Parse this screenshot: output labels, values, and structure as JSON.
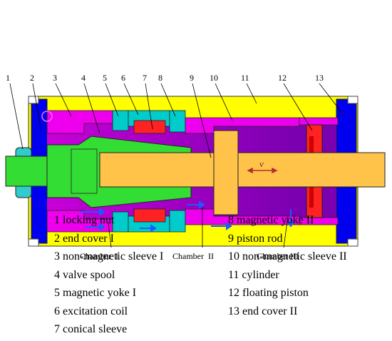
{
  "callouts": [
    "1",
    "2",
    "3",
    "4",
    "5",
    "6",
    "7",
    "8",
    "9",
    "10",
    "11",
    "12",
    "13"
  ],
  "chambers": [
    "Chamber  I",
    "Chamber  II",
    "Chamber III"
  ],
  "velocity_label": "v",
  "legend_left": [
    "1 locking nut",
    "2 end cover I",
    "3 non-magnetic sleeve I",
    "4 valve spool",
    "5 magnetic yoke I",
    "6 excitation coil",
    "7 conical sleeve"
  ],
  "legend_right": [
    "8 magnetic yoke II",
    "9 piston rod",
    "10 non-magnetic sleeve II",
    "11 cylinder",
    "12 floating piston",
    "13 end cover II"
  ],
  "colors": {
    "cylinder": "#ffff00",
    "end_cover": "#0000ee",
    "sleeve": "#ee00ee",
    "chamber_fill": "#9b00c8",
    "valve_spool": "#33dd33",
    "piston_rod": "#ffc34a",
    "excitation_coil": "#ff2222",
    "magnetic_yoke": "#00cccc",
    "flow_arrow": "#1a5cff"
  }
}
